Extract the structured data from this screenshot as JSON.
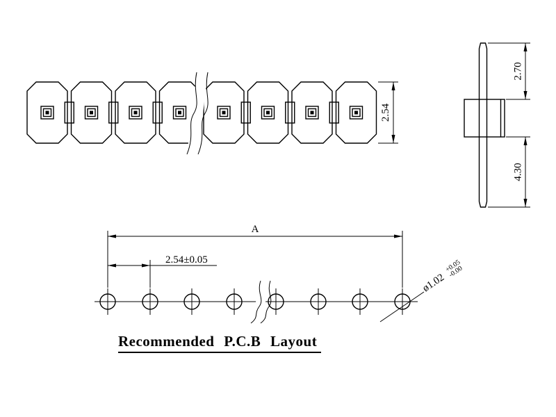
{
  "drawing_title": "Recommended P.C.B Layout",
  "dimensions": {
    "top_view_pitch": "2.54",
    "side_upper_height": "2.70",
    "side_lower_height": "4.30",
    "pcb_overall_length": "A",
    "pcb_hole_pitch": "2.54±0.05",
    "pcb_hole_diameter": "ø1.02",
    "pcb_hole_tol_upper": "+0.05",
    "pcb_hole_tol_lower": "-0.00"
  }
}
